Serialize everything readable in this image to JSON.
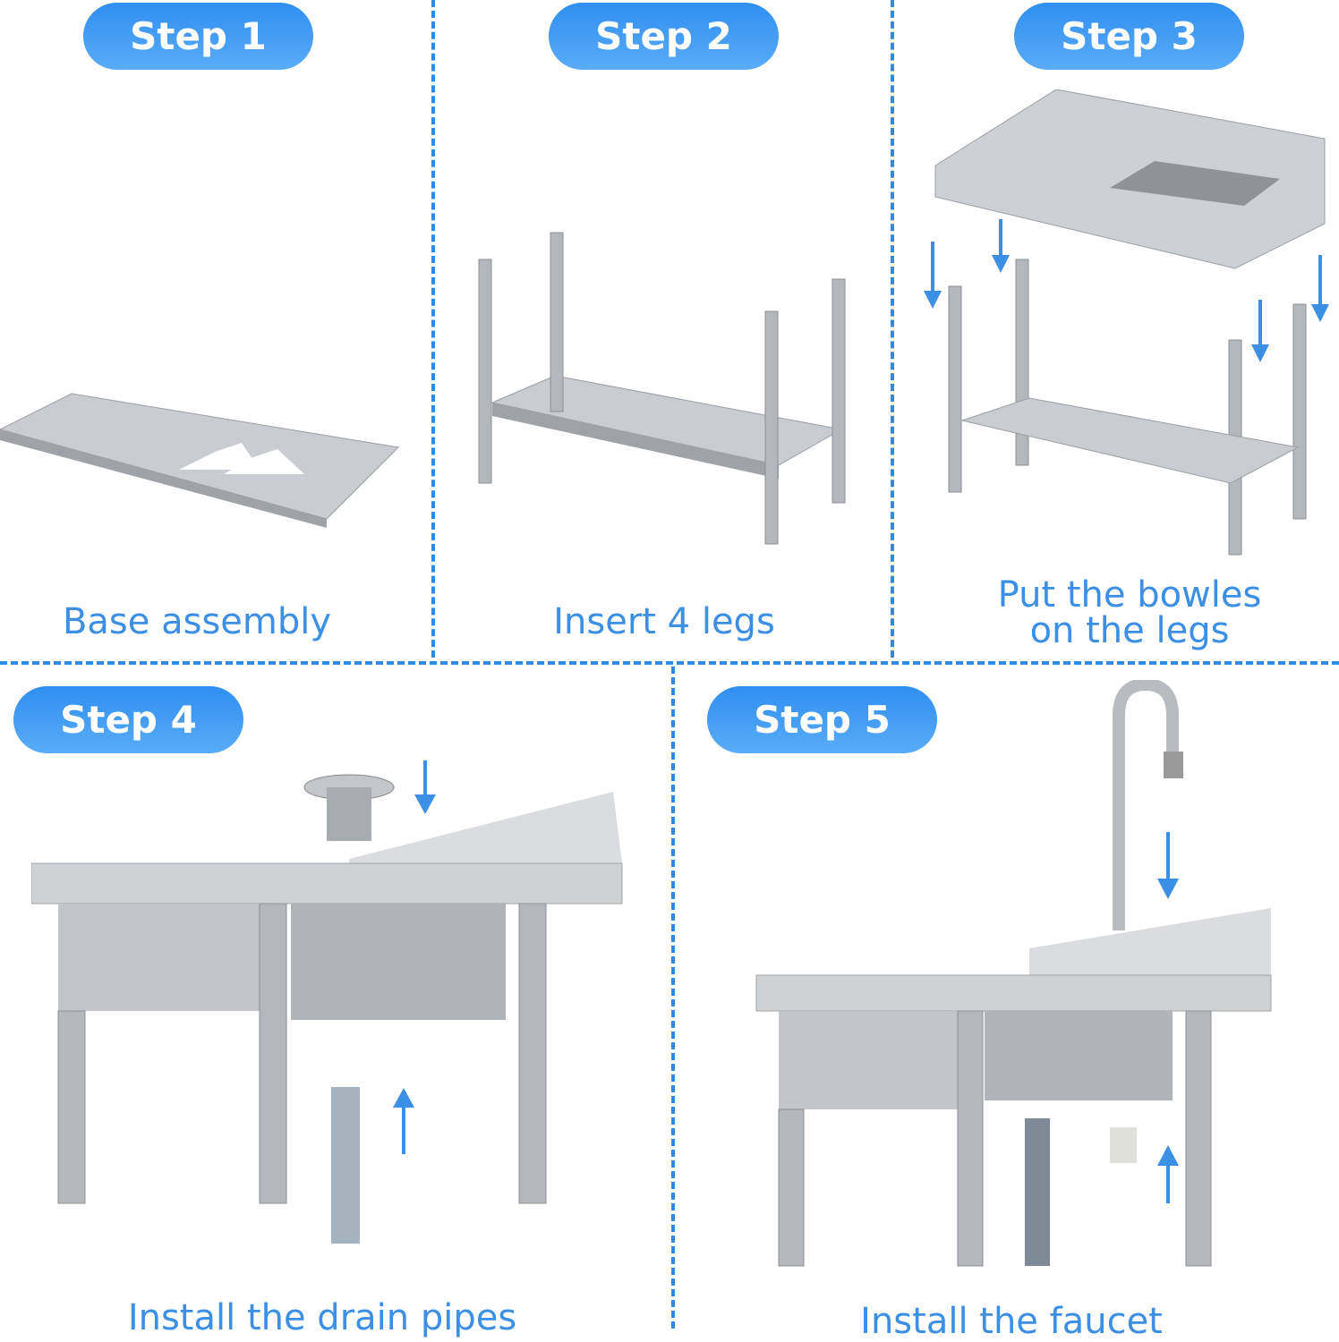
{
  "steps": [
    {
      "badge": "Step 1",
      "caption": "Base assembly"
    },
    {
      "badge": "Step 2",
      "caption": "Insert 4 legs"
    },
    {
      "badge": "Step 3",
      "caption_line1": "Put the bowles",
      "caption_line2": "on the legs"
    },
    {
      "badge": "Step 4",
      "caption": "Install the drain pipes"
    },
    {
      "badge": "Step 5",
      "caption": "Install the faucet"
    }
  ],
  "colors": {
    "accent": "#3b8fe4",
    "badge": "#2f8ff0",
    "steel": "#b9bcc0"
  }
}
